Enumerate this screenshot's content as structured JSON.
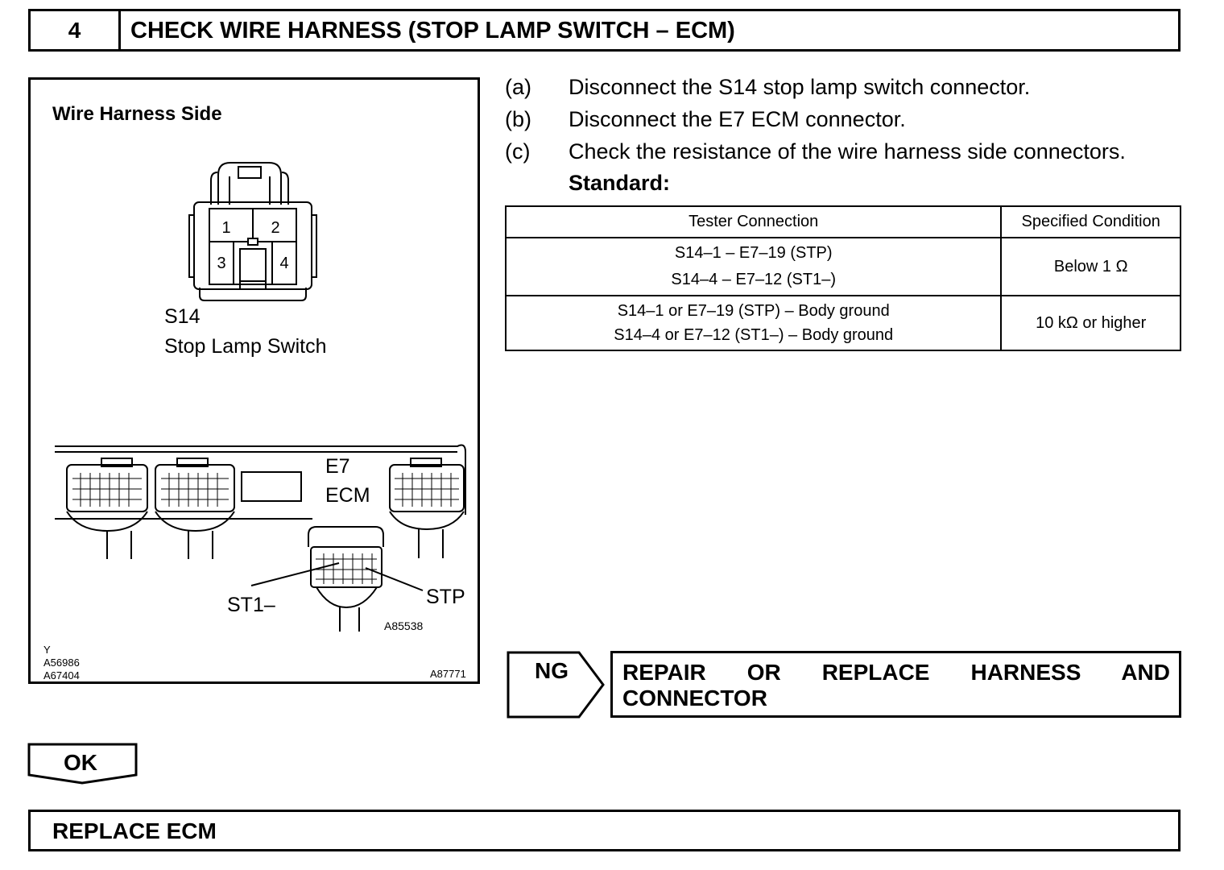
{
  "header": {
    "step_number": "4",
    "title": "CHECK WIRE HARNESS (STOP LAMP SWITCH – ECM)"
  },
  "figure": {
    "heading": "Wire Harness Side",
    "s14_pins": [
      "1",
      "2",
      "3",
      "4"
    ],
    "s14_code": "S14",
    "s14_name": "Stop Lamp Switch",
    "e7_code": "E7",
    "e7_name": "ECM",
    "label_st1": "ST1–",
    "label_stp": "STP",
    "ref_inner": "A85538",
    "ref_left_1": "Y",
    "ref_left_2": "A56986",
    "ref_left_3": "A67404",
    "ref_right": "A87771"
  },
  "instructions": [
    {
      "letter": "(a)",
      "text": "Disconnect the S14 stop lamp switch connector."
    },
    {
      "letter": "(b)",
      "text": "Disconnect the E7 ECM connector."
    },
    {
      "letter": "(c)",
      "text": "Check the resistance of the wire harness side connectors."
    }
  ],
  "standard_label": "Standard:",
  "table": {
    "headers": [
      "Tester Connection",
      "Specified Condition"
    ],
    "rows": [
      {
        "connections": [
          "S14–1 – E7–19 (STP)",
          "S14–4 – E7–12 (ST1–)"
        ],
        "condition": "Below 1 Ω"
      },
      {
        "connections": [
          "S14–1 or E7–19 (STP) – Body ground",
          "S14–4 or E7–12 (ST1–) – Body ground"
        ],
        "condition": "10 kΩ or higher"
      }
    ]
  },
  "ng": {
    "label": "NG",
    "result_line1": "REPAIR OR REPLACE HARNESS AND",
    "result_line2": "CONNECTOR"
  },
  "ok": {
    "label": "OK"
  },
  "final": {
    "text": "REPLACE ECM"
  }
}
